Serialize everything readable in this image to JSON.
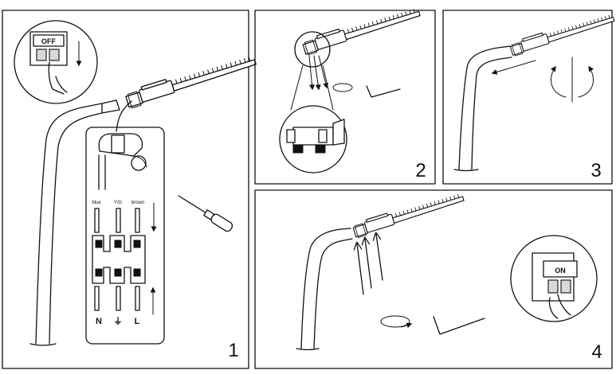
{
  "panels": [
    {
      "number": "1",
      "switch_label": "OFF"
    },
    {
      "number": "2"
    },
    {
      "number": "3"
    },
    {
      "number": "4",
      "switch_label": "ON"
    }
  ],
  "wiring": {
    "wire_labels": [
      "blue",
      "Y/G",
      "brown"
    ],
    "terminal_labels": [
      "N",
      "⏚",
      "L"
    ]
  }
}
